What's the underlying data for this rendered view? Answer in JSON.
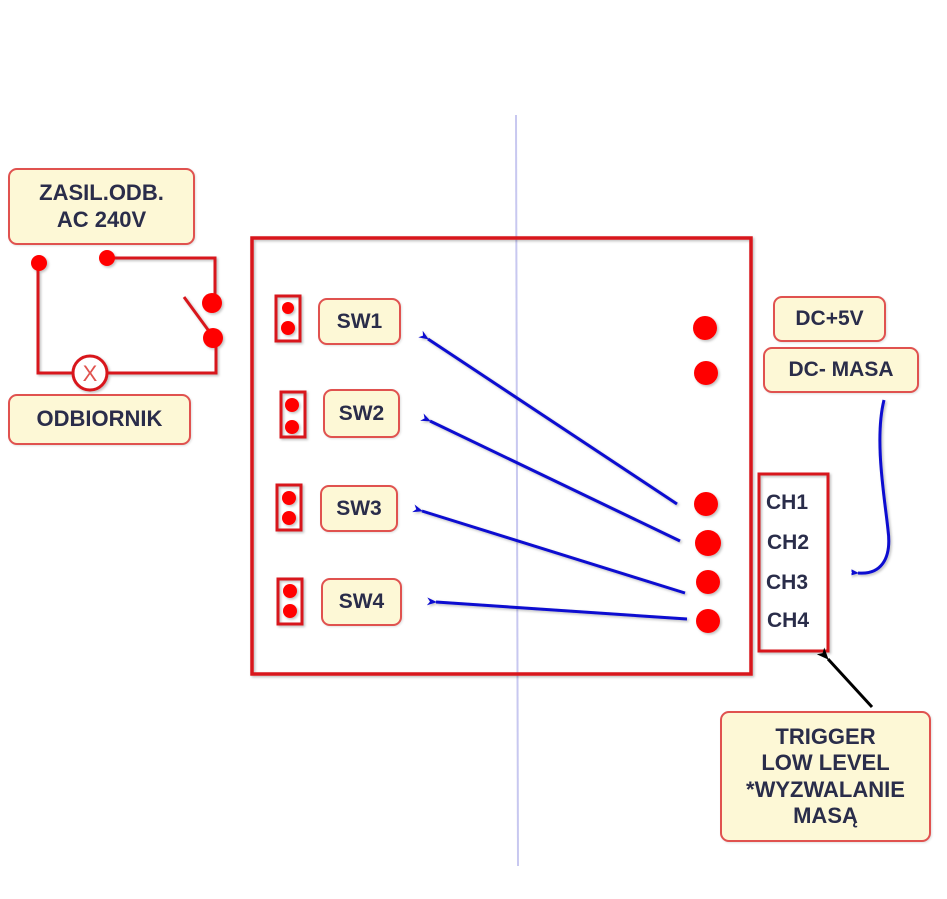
{
  "colors": {
    "wire": "#d8191c",
    "terminal": "#ff0000",
    "arrow_blue": "#0a0ad0",
    "arrow_black": "#000000",
    "guide_line": "#c8c8f0",
    "label_fill": "#fdf8d6",
    "label_border": "#e0524f",
    "text": "#2a2d4a"
  },
  "power_label": {
    "lines": [
      "ZASIL.ODB.",
      "AC 240V"
    ]
  },
  "load_label": {
    "text": "ODBIORNIK"
  },
  "load_symbol": {
    "glyph": "X"
  },
  "switch_labels": [
    {
      "id": "sw1",
      "text": "SW1"
    },
    {
      "id": "sw2",
      "text": "SW2"
    },
    {
      "id": "sw3",
      "text": "SW3"
    },
    {
      "id": "sw4",
      "text": "SW4"
    }
  ],
  "power_pins": [
    {
      "label": "DC+5V"
    },
    {
      "label": "DC- MASA"
    }
  ],
  "channels": [
    "CH1",
    "CH2",
    "CH3",
    "CH4"
  ],
  "trigger_note": {
    "lines": [
      "TRIGGER",
      "LOW LEVEL",
      "*WYZWALANIE",
      "MASĄ"
    ]
  }
}
